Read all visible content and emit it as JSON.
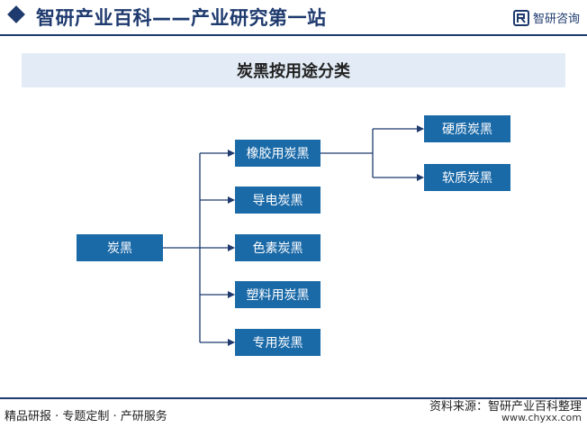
{
  "header": {
    "site_title": "智研产业百科——产业研究第一站",
    "brand_name": "智研咨询"
  },
  "diagram": {
    "title": "炭黑按用途分类",
    "root": "炭黑",
    "categories": [
      "橡胶用炭黑",
      "导电炭黑",
      "色素炭黑",
      "塑料用炭黑",
      "专用炭黑"
    ],
    "rubber_subtypes": [
      "硬质炭黑",
      "软质炭黑"
    ]
  },
  "footer": {
    "left": "精品研报 · 专题定制 · 产研服务",
    "source": "资料来源：智研产业百科整理",
    "url": "www.chyxx.com"
  },
  "colors": {
    "node": "#1b6aa8",
    "brand_navy": "#1e3a6e",
    "title_band": "#e3ecf6"
  }
}
